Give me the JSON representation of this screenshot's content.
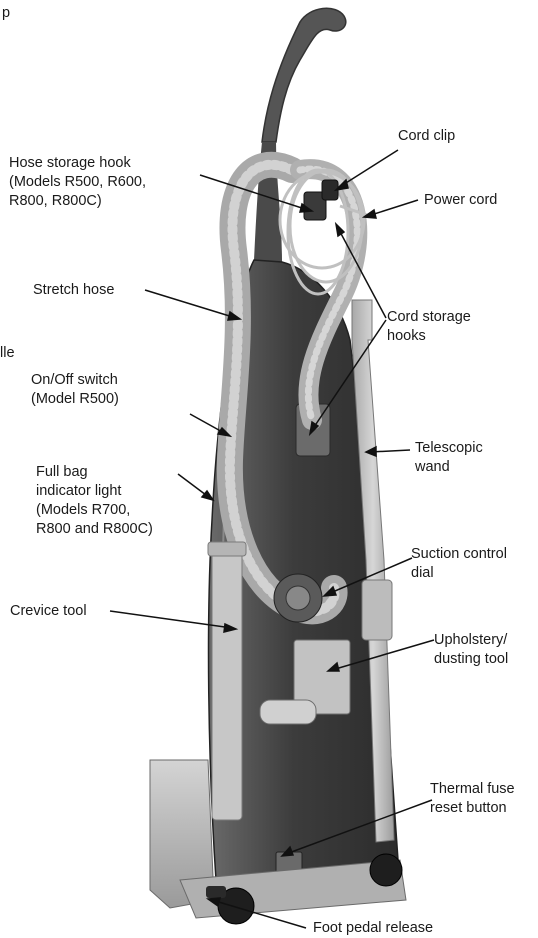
{
  "edge_fragments": {
    "top": "p",
    "middle": "lle"
  },
  "labels": {
    "cord_clip": "Cord clip",
    "hose_storage_hook": "Hose storage hook\n(Models R500, R600,\nR800, R800C)",
    "power_cord": "Power cord",
    "stretch_hose": "Stretch hose",
    "cord_storage_hooks": "Cord storage\nhooks",
    "on_off_switch": "On/Off switch\n(Model R500)",
    "telescopic_wand": "Telescopic\nwand",
    "full_bag_indicator": "Full bag\nindicator light\n(Models R700,\nR800 and R800C)",
    "suction_control_dial": "Suction control\ndial",
    "crevice_tool": "Crevice tool",
    "upholstery_tool": "Upholstery/\ndusting tool",
    "thermal_fuse_reset": "Thermal fuse\nreset button",
    "foot_pedal_release": "Foot pedal release"
  },
  "colors": {
    "body_dark": "#3a3a3a",
    "body_mid": "#5a5a5a",
    "hose_light": "#b4b4b4",
    "wand_light": "#c8c8c8",
    "nozzle_light": "#bdbdbd",
    "text": "#1a1a1a"
  }
}
